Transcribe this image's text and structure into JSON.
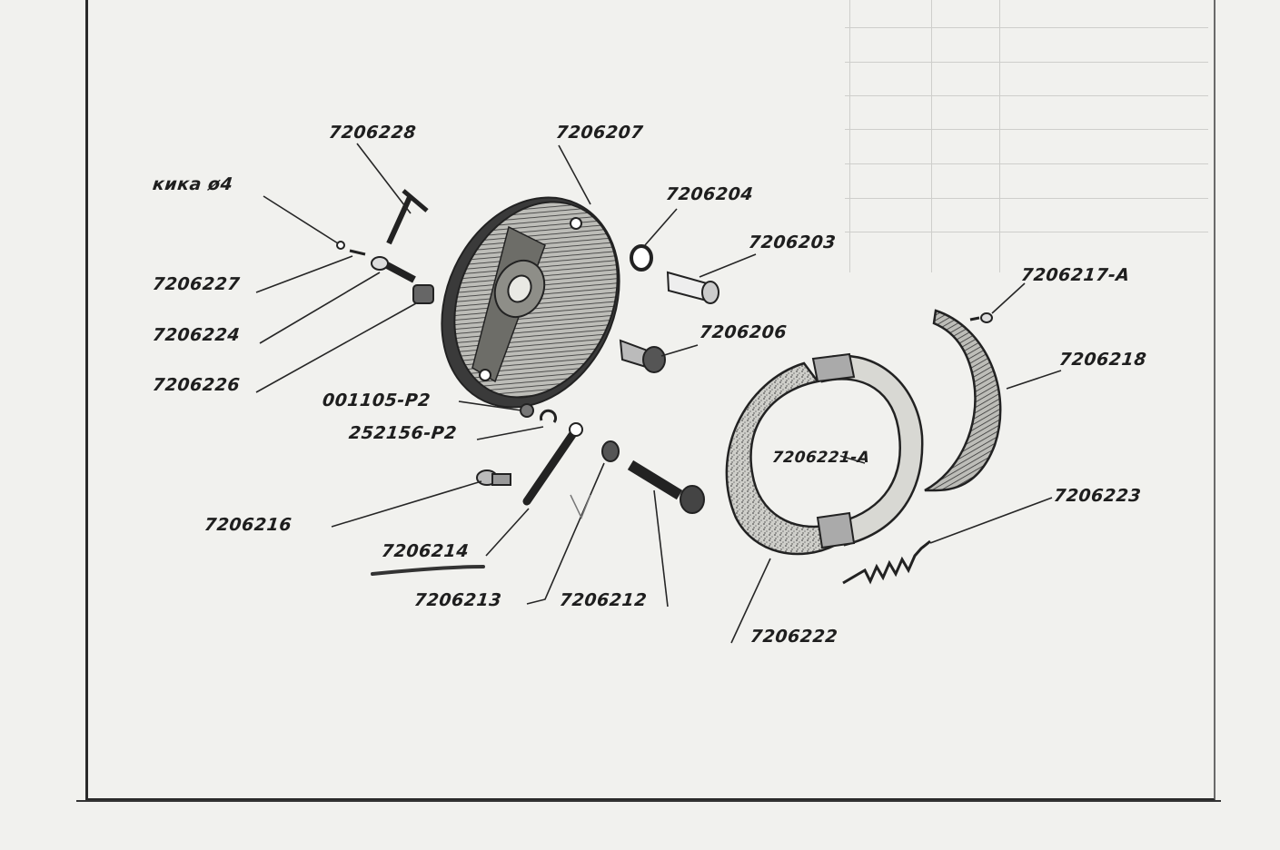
{
  "diagram": {
    "labels": [
      {
        "id": "p7206228",
        "text": "7206228"
      },
      {
        "id": "p7206207",
        "text": "7206207"
      },
      {
        "id": "pkuku",
        "text": "кика ø4"
      },
      {
        "id": "p7206204",
        "text": "7206204"
      },
      {
        "id": "p7206203",
        "text": "7206203"
      },
      {
        "id": "p7206227",
        "text": "7206227"
      },
      {
        "id": "p7206217a",
        "text": "7206217-A"
      },
      {
        "id": "p7206224",
        "text": "7206224"
      },
      {
        "id": "p7206206",
        "text": "7206206"
      },
      {
        "id": "p7206218",
        "text": "7206218"
      },
      {
        "id": "p7206226",
        "text": "7206226"
      },
      {
        "id": "p001105",
        "text": "001105-P2"
      },
      {
        "id": "p252156",
        "text": "252156-P2"
      },
      {
        "id": "p7206221a",
        "text": "7206221-A"
      },
      {
        "id": "p7206223",
        "text": "7206223"
      },
      {
        "id": "p7206216",
        "text": "7206216"
      },
      {
        "id": "p7206214",
        "text": "7206214"
      },
      {
        "id": "p7206213",
        "text": "7206213"
      },
      {
        "id": "p7206212",
        "text": "7206212"
      },
      {
        "id": "p7206222",
        "text": "7206222"
      }
    ]
  }
}
